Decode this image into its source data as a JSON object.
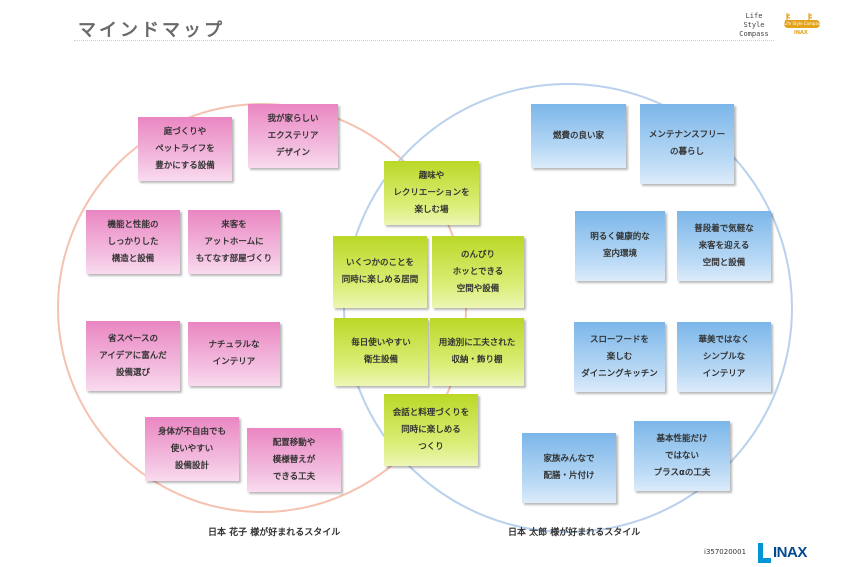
{
  "header": {
    "title": "マインドマップ",
    "brand_lines": [
      "Life",
      "Style",
      "Compass"
    ],
    "badge_text": "Life Style Compass",
    "badge_sub": "INAX"
  },
  "colors": {
    "pink_circle": "#f2b39e",
    "blue_circle": "#a9c6e8",
    "pink_note": "#ea86c2",
    "green_note": "#bad826",
    "blue_note": "#7bb6e9"
  },
  "pink_notes": [
    "庭づくりや\nペットライフを\n豊かにする設備",
    "我が家らしい\nエクステリア\nデザイン",
    "機能と性能の\nしっかりした\n構造と設備",
    "来客を\nアットホームに\nもてなす部屋づくり",
    "省スペースの\nアイデアに富んだ\n設備選び",
    "ナチュラルな\nインテリア",
    "身体が不自由でも\n使いやすい\n設備設計",
    "配置移動や\n模様替えが\nできる工夫"
  ],
  "green_notes": [
    "趣味や\nレクリエーションを\n楽しむ場",
    "いくつかのことを\n同時に楽しめる居間",
    "のんびり\nホッとできる\n空間や設備",
    "毎日使いやすい\n衛生設備",
    "用途別に工夫された\n収納・飾り棚",
    "会話と料理づくりを\n同時に楽しめる\nつくり"
  ],
  "blue_notes": [
    "燃費の良い家",
    "メンテナンスフリー\nの暮らし",
    "明るく健康的な\n室内環境",
    "普段着で気軽な\n来客を迎える\n空間と設備",
    "スローフードを\n楽しむ\nダイニングキッチン",
    "華美ではなく\nシンプルな\nインテリア",
    "家族みんなで\n配膳・片付け",
    "基本性能だけ\nではない\nプラスαの工夫"
  ],
  "captions": {
    "left": "日本 花子 様が好まれるスタイル",
    "right": "日本 太郎 様が好まれるスタイル"
  },
  "footer": {
    "code": "i357020001",
    "logo": "INAX"
  }
}
